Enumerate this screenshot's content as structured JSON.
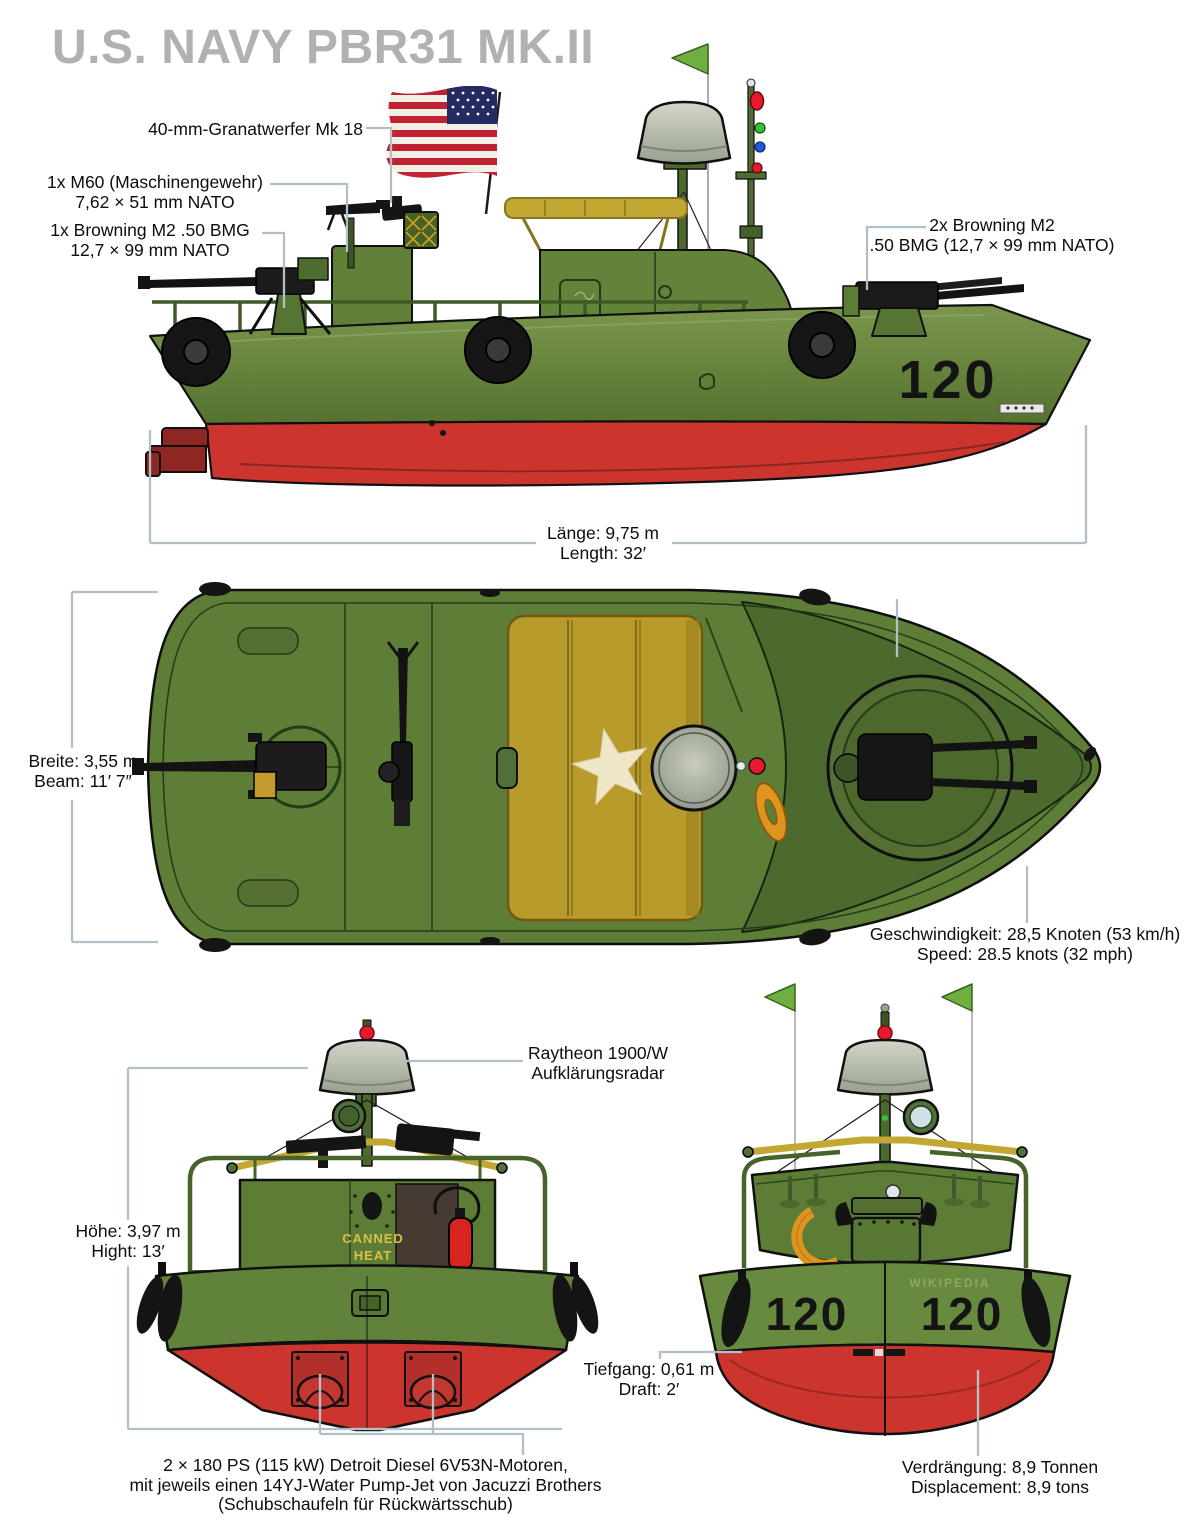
{
  "title": "U.S. NAVY PBR31 MK.II",
  "labels": {
    "grenade_launcher": "40-mm-Granatwerfer Mk 18",
    "m60_line1": "1x M60 (Maschinengewehr)",
    "m60_line2": "7,62 × 51 mm NATO",
    "browning_single_line1": "1x Browning M2 .50 BMG",
    "browning_single_line2": "12,7 × 99 mm NATO",
    "browning_twin_line1": "2x Browning M2",
    "browning_twin_line2": ".50 BMG (12,7 × 99 mm NATO)",
    "length_line1": "Länge: 9,75 m",
    "length_line2": "Length: 32′",
    "beam_line1": "Breite: 3,55 m",
    "beam_line2": "Beam: 11′ 7″",
    "speed_line1": "Geschwindigkeit: 28,5 Knoten (53 km/h)",
    "speed_line2": "Speed: 28.5 knots (32 mph)",
    "radar_line1": "Raytheon 1900/W",
    "radar_line2": "Aufklärungsradar",
    "height_line1": "Höhe: 3,97 m",
    "height_line2": "Hight: 13′",
    "draft_line1": "Tiefgang: 0,61 m",
    "draft_line2": "Draft: 2′",
    "engine_line1": "2 × 180 PS (115 kW) Detroit Diesel 6V53N-Motoren,",
    "engine_line2": "mit jeweils einen 14YJ-Water Pump-Jet von Jacuzzi Brothers",
    "engine_line3": "(Schubschaufeln für Rückwärtsschub)",
    "displacement_line1": "Verdrängung: 8,9 Tonnen",
    "displacement_line2": "Displacement: 8,9 tons"
  },
  "boat": {
    "hull_number": "120",
    "transom_text_line1": "CANNED",
    "transom_text_line2": "HEAT",
    "watermark": "WIKIPEDIA"
  },
  "colors": {
    "title_gray": "#b1b1b1",
    "callout_line": "#b3bfc7",
    "hull_green": "#5e7e37",
    "hull_green_dark": "#4c6a2e",
    "hull_red": "#cb352d",
    "canopy_yellow": "#b89b2b",
    "radar_gray": "#a9afa0",
    "star_cream": "#eee6c6",
    "life_ring_orange": "#e09420",
    "pennant_green": "#6fae41",
    "transom_text_yellow": "#d8bf45"
  }
}
